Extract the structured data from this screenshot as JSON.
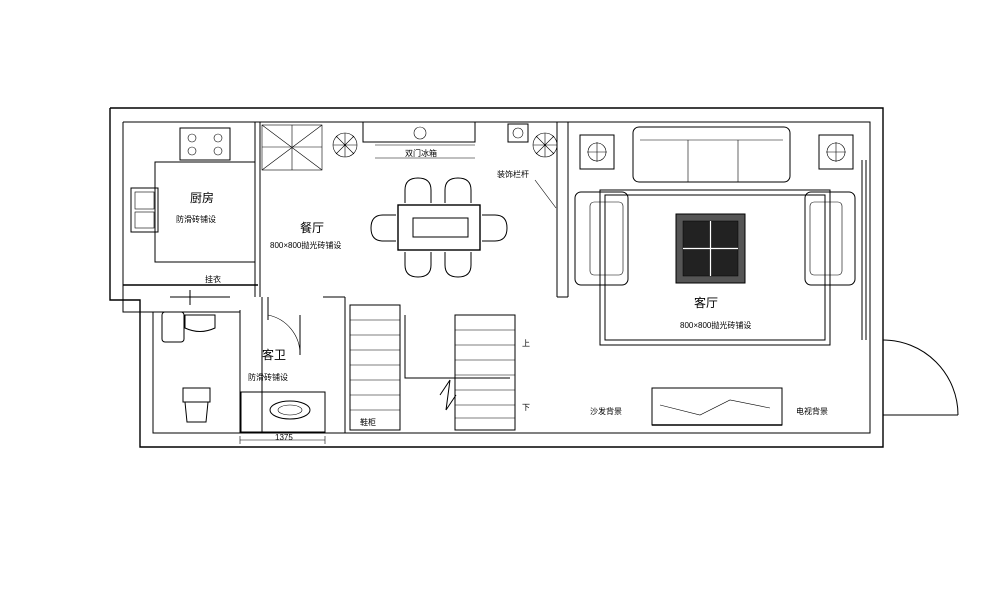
{
  "rooms": {
    "kitchen": {
      "name": "厨房",
      "floor": "防滑砖铺设"
    },
    "dining": {
      "name": "餐厅",
      "floor": "800×800抛光砖铺设"
    },
    "living": {
      "name": "客厅",
      "floor": "800×800抛光砖铺设"
    },
    "bath": {
      "name": "客卫",
      "floor": "防滑砖铺设"
    }
  },
  "stairs": {
    "up": "上",
    "down": "下"
  },
  "labels": {
    "railing": "装饰栏杆",
    "fridge": "双门冰箱",
    "coat": "挂衣",
    "shoe_cabinet": "鞋柜",
    "sofa_backdrop": "沙发背景",
    "tv_backdrop": "电视背景"
  },
  "dimensions": {
    "bath_width": "1375"
  }
}
